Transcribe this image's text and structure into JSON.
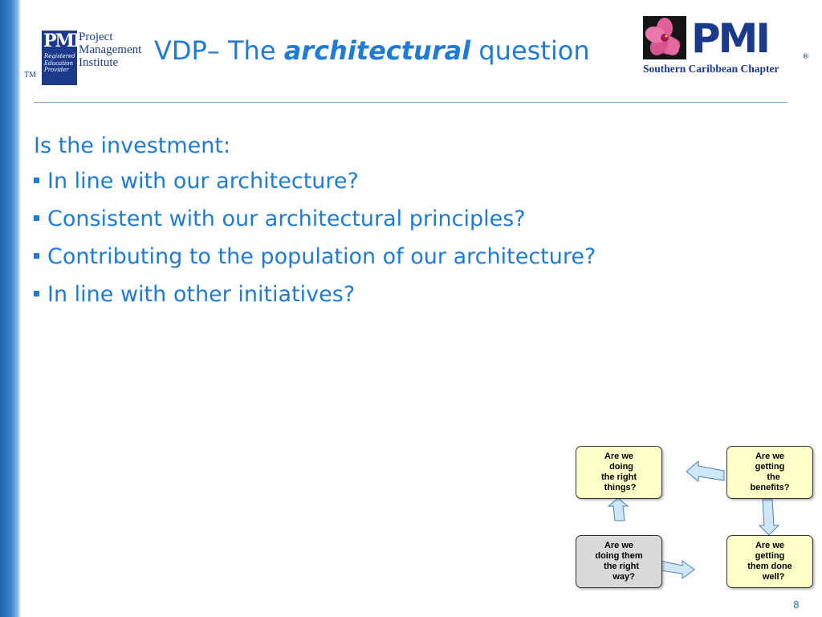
{
  "header": {
    "title_prefix": "VDP– The ",
    "title_emphasis": "architectural",
    "title_suffix": " question"
  },
  "logo_left": {
    "mark_text": "PMI",
    "badge_lines": "Registered\nEducation\nProvider",
    "tm": "TM",
    "name_line1": "Project",
    "name_line2": "Management",
    "name_line3": "Institute"
  },
  "logo_right": {
    "pmi_text": "PMI",
    "registered": "®",
    "chapter": "Southern Caribbean Chapter"
  },
  "body": {
    "lead": "Is the investment:",
    "bullets": [
      "In line with our architecture?",
      "Consistent with our architectural principles?",
      "Contributing to the population of our architecture?",
      "In line with other initiatives?"
    ]
  },
  "cycle": {
    "top_left": "Are we\n  doing\nthe right\n things?",
    "top_right": "Are we\ngetting\n   the\nbenefits?",
    "bottom_left": "Are we\ndoing them\n  the right\n    way?",
    "bottom_right": "Are we\ngetting\nthem done\n   well?"
  },
  "colors": {
    "accent": "#1f7bd4",
    "box_fill": "#ffffc8",
    "box_grey": "#d9d9d9",
    "arrow_fill": "#cfe6f5",
    "logo_navy": "#1b3a8c"
  },
  "page_number": "8"
}
